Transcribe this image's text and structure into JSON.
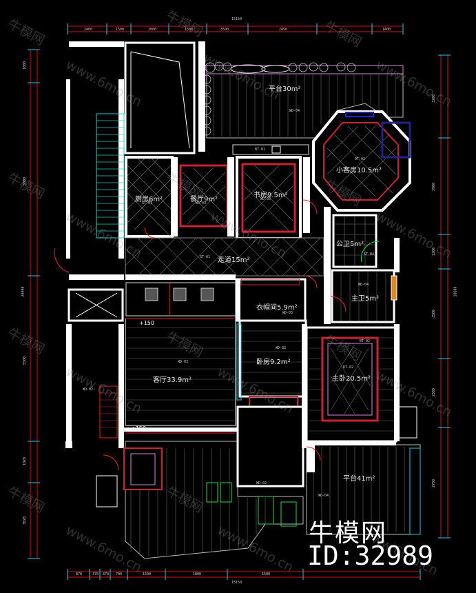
{
  "rooms": [
    {
      "name": "平台30m²",
      "code": "WD-04"
    },
    {
      "name": "小客房10.5m²",
      "code": "DT-02"
    },
    {
      "name": "厨房6m²",
      "code": "ST-01"
    },
    {
      "name": "餐厅9m²",
      "code": "WD-03"
    },
    {
      "name": "书房9.5m²",
      "code": "WD-03"
    },
    {
      "name": "走道15m²",
      "code": "ST-01"
    },
    {
      "name": "公卫5m²",
      "code": "ST-04"
    },
    {
      "name": "主卫5m²",
      "code": "WD-04"
    },
    {
      "name": "衣帽间5.9m²",
      "code": "WD-03"
    },
    {
      "name": "卧房9.2m²",
      "code": "WD-03"
    },
    {
      "name": "主卧20.5m²",
      "code": "DT-02"
    },
    {
      "name": "客厅33.9m²",
      "code": "WD-03"
    },
    {
      "name": "平台41m²",
      "code": "WD-04"
    }
  ],
  "levels": [
    "+150",
    "+150"
  ],
  "codes": {
    "bt": "BT-01",
    "bt2": "BT-02",
    "wd02": "WD-02",
    "wd02b": "WD-02"
  },
  "dimensions": {
    "overall_top": "15150",
    "overall_bottom": "15150",
    "overall_left": "20800",
    "overall_right": "18600",
    "top": [
      "2400",
      "1500",
      "2000",
      "1500",
      "3500",
      "2450",
      "1400"
    ],
    "bottom": [
      "870",
      "370",
      "370",
      "700",
      "1500",
      "1800",
      "1500"
    ],
    "left": [
      "1000",
      "5800",
      "5500",
      "1020",
      "3020"
    ],
    "right": [
      "3200",
      "3900",
      "1200",
      "3500",
      "2300",
      "2700"
    ]
  },
  "watermark": {
    "brand": "牛模网",
    "url": "www.6mo.cn",
    "id": "ID:32989"
  }
}
